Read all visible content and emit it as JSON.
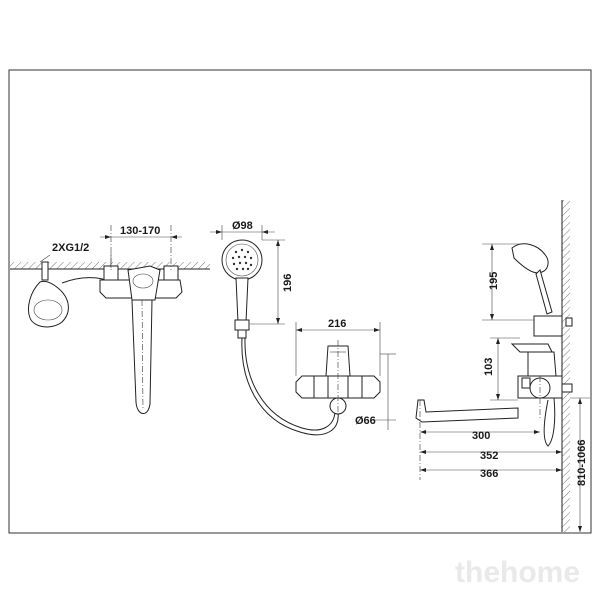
{
  "labels": {
    "thread": "2XG1/2",
    "centers": "130-170",
    "head_diameter": "Ø98",
    "head_height": "196",
    "body_width": "216",
    "body_diameter": "Ø66",
    "shower_height": "195",
    "outlet_offset": "103",
    "spout_300": "300",
    "spout_352": "352",
    "spout_366": "366",
    "mount_height": "810-1066"
  },
  "watermark": "thehome"
}
